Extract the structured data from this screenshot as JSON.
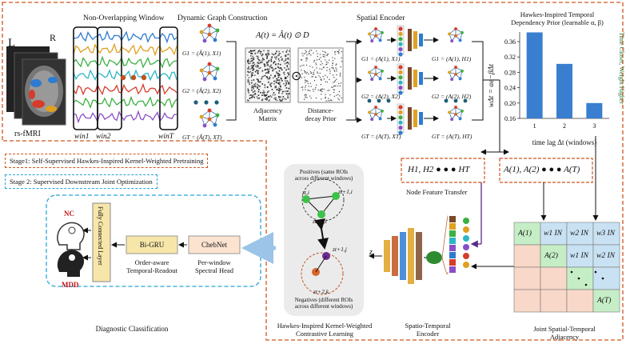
{
  "colors": {
    "stage1_border": "#d2541e",
    "stage2_border": "#29a3d6",
    "bar_blue": "#3a7fcf",
    "graph_edge": "#3a6ea5",
    "node_box_fill": "#fbe3d0",
    "cell_green": "#c6eec6",
    "cell_blue": "#c9e2f3",
    "cell_peach": "#f8d8c8"
  },
  "labels": {
    "rs_fmri": "rs-fMRI",
    "L": "L",
    "R": "R",
    "non_overlapping_window": "Non-Overlapping Window",
    "dynamic_graph": "Dynamic Graph Construction",
    "spatial_encoder": "Spatial Encoder",
    "win1": "win1",
    "win2": "win2",
    "winT": "winT",
    "adj_formula": "A(t) = Â(t) ⊙ D",
    "adjacency_matrix": "Adjacency\nMatrix",
    "distance_decay_prior": "Distance-\ndecay Prior",
    "odot": "⊙",
    "g1_in": "G1 = (Â(1), X1)",
    "g2_in": "G2 = (Â(2), X2)",
    "gT_in": "GT = (Â(T), XT)",
    "g1_s": "G1 = (A(1), X1)",
    "g2_s": "G2 = (A(2), X2)",
    "gT_s": "GT = (A(T), XT)",
    "g1_out": "G1 = (A(1), H1)",
    "g2_out": "G2 = (A(2), H2)",
    "gT_out": "GT = (A(T), HT)",
    "node_feature_transfer": "Node Feature Transfer",
    "h_seq": "H1, H2 ● ● ● HT",
    "a_seq": "A(1), A(2) ● ● ● A(T)",
    "stage1": "Stage1: Self-Supervised Hawkes-Inspired Kernel-Weighted Pretraining",
    "stage2": "Stage 2: Supervised Downstream Joint Optimization",
    "nc": "NC",
    "mdd": "MDD",
    "fc_layer": "Fully Connected Layer",
    "bigru": "Bi-GRU",
    "chebnet": "ChebNet",
    "order_aware": "Order-aware\nTemporal-Readout",
    "per_window": "Per-window\nSpectral Head",
    "diagnostic": "Diagnostic Classification",
    "positives": "Positives (same ROIs\nacross different windows)",
    "negatives": "Negatives (different ROIs\nacross different windows)",
    "z_ti": "zt,i",
    "z_t1i": "zt+1,i",
    "z_t2i": "zt+2,i",
    "z_t1j": "zt+1,j",
    "z_t2k": "zt+2,k",
    "z": "z",
    "hawkes_cl": "Hawkes-Inspired Kernel-Weighted\nContrastive Learning",
    "st_encoder": "Spatio-Temporal\nEncoder",
    "joint_adj": "Joint Spatial-Temporal\nAdjacency",
    "hawkes_title": "Hawkes-Inspired Temporal\nDependency Prior (learnable α, β)",
    "side_note": "Time Closer, Weight Higher",
    "ylabel_formula": "wΔt = αe−βΔt",
    "matrix": {
      "r1": [
        "A(1)",
        "w1 IN",
        "w2 IN",
        "w3 IN"
      ],
      "r2": [
        "A(2)",
        "w1 IN",
        "w2 IN"
      ],
      "r4": [
        "A(T)"
      ]
    }
  },
  "chart_data": {
    "type": "bar",
    "categories": [
      "1",
      "2",
      "3"
    ],
    "values": [
      0.384,
      0.302,
      0.2
    ],
    "xlabel": "time lag Δt (windows)",
    "ylabel": "wΔt = αe−βΔt",
    "yticks": [
      "0.16",
      "0.20",
      "0.24",
      "0.28",
      "0.32",
      "0.36"
    ],
    "ylim": [
      0.16,
      0.385
    ],
    "grid": false
  }
}
